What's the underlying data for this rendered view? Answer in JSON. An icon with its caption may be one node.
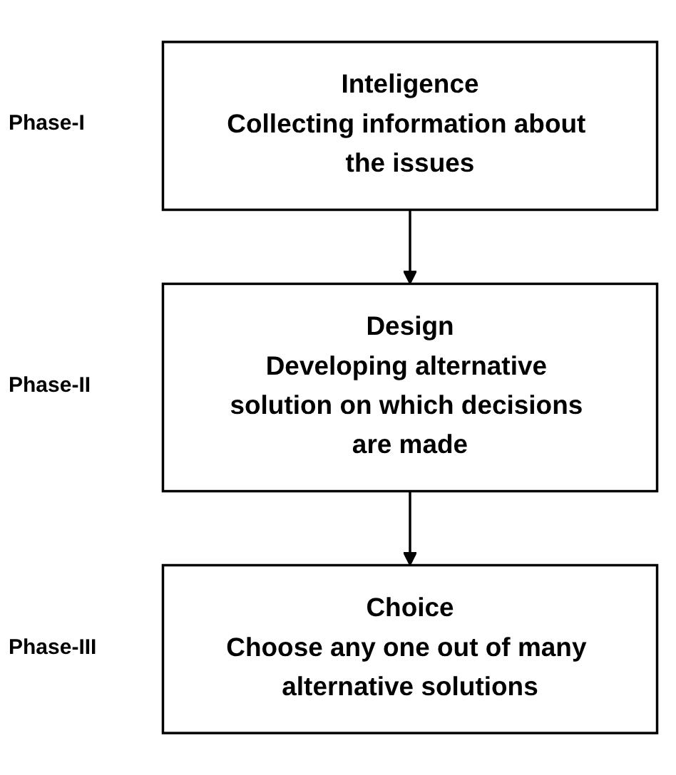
{
  "diagram": {
    "nodes": [
      {
        "text": [
          "Inteligence",
          "Collecting information about the issues"
        ],
        "beside": [
          "Phase-I"
        ]
      },
      {
        "text": [
          "Design",
          "Developing alternative solution on which decisions are made"
        ],
        "beside": [
          "Phase-II"
        ]
      },
      {
        "text": [
          "Choice",
          "Choose any one out of many alternative solutions"
        ],
        "beside": [
          "Phase-III"
        ]
      }
    ],
    "edges": [
      {
        "from": 0,
        "to": 1,
        "arrow": "to"
      },
      {
        "from": 1,
        "to": 2,
        "arrow": "to"
      }
    ]
  }
}
